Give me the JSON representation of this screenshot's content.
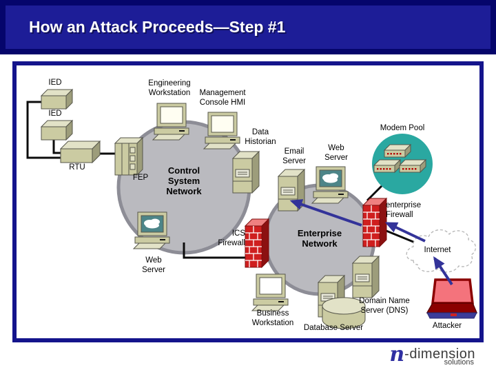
{
  "slide": {
    "title": "How an Attack Proceeds—Step #1"
  },
  "labels": {
    "ied1": "IED",
    "ied2": "IED",
    "rtu": "RTU",
    "fep": "FEP",
    "engineering_workstation": "Engineering\nWorkstation",
    "management_console": "Management\nConsole HMI",
    "control_network": "Control\nSystem\nNetwork",
    "data_historian": "Data\nHistorian",
    "email_server": "Email\nServer",
    "web_server_enterprise": "Web\nServer",
    "web_server_control": "Web\nServer",
    "modem_pool": "Modem Pool",
    "enterprise_firewall": "enterprise\nFirewall",
    "ics_firewall": "ICS\nFirewall",
    "enterprise_network": "Enterprise\nNetwork",
    "internet": "Internet",
    "business_workstation": "Business\nWorkstation",
    "dns_server": "Domain Name\nServer (DNS)",
    "database_server": "Database Server",
    "attacker": "Attacker"
  },
  "logo": {
    "symbol": "n",
    "name": "-dimension",
    "tagline": "solutions"
  },
  "colors": {
    "header_outer": "#05056b",
    "header_inner": "#1d1d97",
    "frame_border": "#14148c",
    "device_tan": "#cbcba2",
    "network_gray": "#bababf",
    "modem_pool_teal": "#2aa8a1",
    "firewall_red": "#cf1f1f",
    "attack_arrow_blue": "#333399",
    "attacker_laptop_red": "#f4737c"
  }
}
